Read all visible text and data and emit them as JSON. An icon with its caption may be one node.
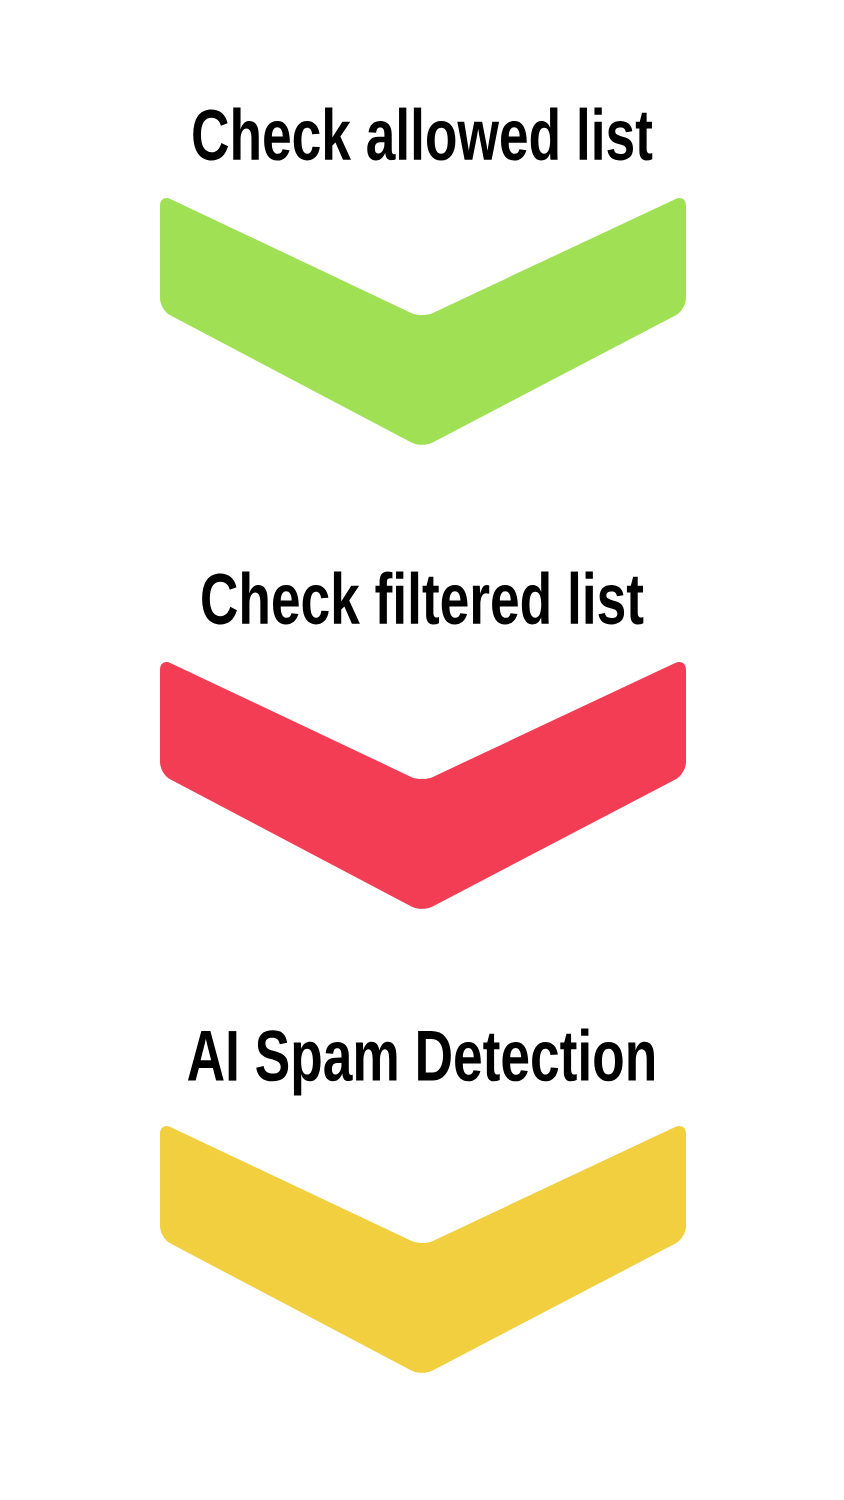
{
  "diagram": {
    "nodes": [
      {
        "text": [
          "Check allowed list"
        ]
      },
      {
        "text": [
          "Check filtered list"
        ]
      },
      {
        "text": [
          "AI Spam Detection"
        ]
      }
    ]
  }
}
